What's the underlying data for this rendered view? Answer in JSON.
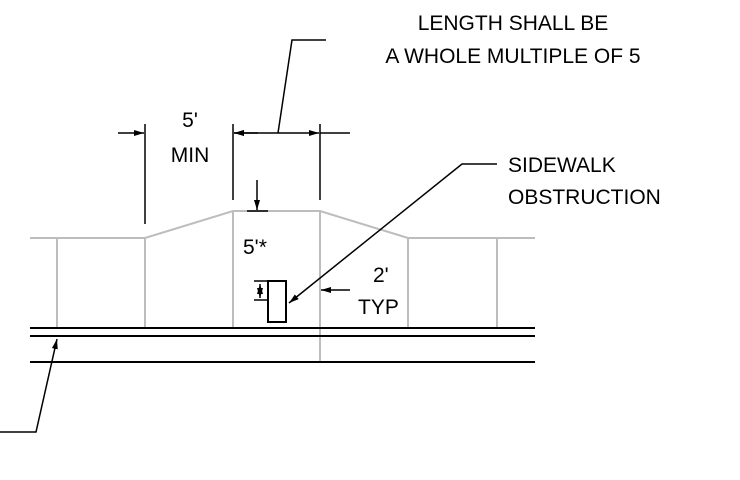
{
  "labels": {
    "length_line1": "LENGTH SHALL BE",
    "length_line2": "A WHOLE MULTIPLE OF 5",
    "min_value": "5'",
    "min_word": "MIN",
    "sidewalk_line1": "SIDEWALK",
    "sidewalk_line2": "OBSTRUCTION",
    "depth": "5'*",
    "offset_value": "2'",
    "offset_word": "TYP"
  },
  "colors": {
    "ink": "#000000",
    "sidewalk": "#bdbdbd"
  }
}
